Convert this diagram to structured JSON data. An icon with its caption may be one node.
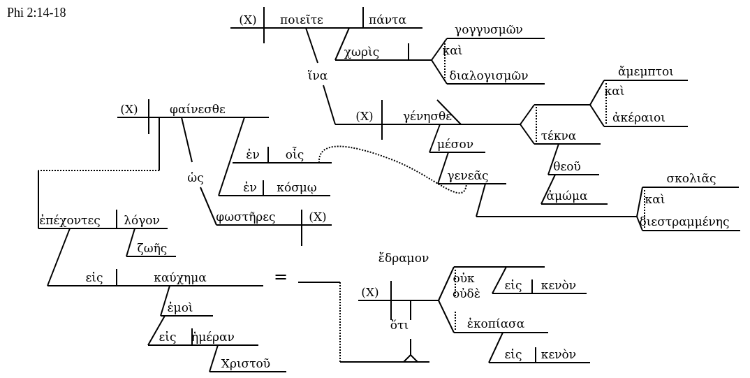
{
  "diagram": {
    "title": "Phi 2:14-18",
    "labels": [
      "(X)",
      "ποιεῖτε",
      "πάντα",
      "γογγυσμῶν",
      "χωρὶς",
      "καὶ",
      "ἵνα",
      "διαλογισμῶν",
      "ἄμεμπτοι",
      "καὶ",
      "(X)",
      "φαίνεσθε",
      "(X)",
      "γένησθε",
      "ἀκέραιοι",
      "μέσον",
      "τέκνα",
      "ἐν",
      "οἷς",
      "θεοῦ",
      "ὡς",
      "γενεᾶς",
      "σκολιᾶς",
      "ἐν",
      "κόσμῳ",
      "ἀμώμα",
      "καὶ",
      "ἐπέχοντες",
      "λόγον",
      "φωστῆρες",
      "(X)",
      "διεστραμμένης",
      "ζωῆς",
      "ἔδραμον",
      "εἰς",
      "καύχημα",
      "=",
      "(X)",
      "οὐκ",
      "οὐδὲ",
      "εἰς",
      "κενὸν",
      "ἐμοὶ",
      "ὅτι",
      "ἐκοπίασα",
      "εἰς",
      "ἡμέραν",
      "Χριστοῦ",
      "εἰς",
      "κενὸν"
    ]
  }
}
